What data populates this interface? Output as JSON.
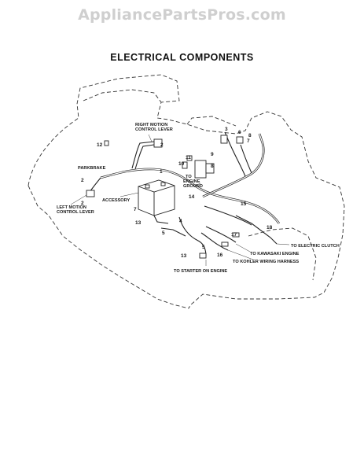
{
  "watermark": "AppliancePartsPros.com",
  "title": "ELECTRICAL COMPONENTS",
  "callouts": {
    "right_motion_line1": "RIGHT MOTION",
    "right_motion_line2": "CONTROL LEVER",
    "parkbrake": "PARKBRAKE",
    "engine_to": "TO",
    "engine_engine": "ENGINE",
    "engine_ground": "GROUND",
    "accessory": "ACCESSORY",
    "left_motion_line1": "LEFT MOTION",
    "left_motion_line2": "CONTROL LEVER",
    "electric_clutch": "TO ELECTRIC CLUTCH",
    "kawasaki": "TO KAWASAKI ENGINE",
    "kohler": "TO KOHLER WIRING HARNESS",
    "starter": "TO STARTER ON ENGINE"
  },
  "part_numbers": {
    "p12": "12",
    "p2a": "2",
    "p2b": "2",
    "p2c": "2",
    "p11": "11",
    "p10": "10",
    "p9": "9",
    "p8": "8",
    "p1": "1",
    "p3": "3",
    "p6": "6",
    "p7a": "7",
    "p7b": "7",
    "p8b": "8",
    "p14": "14",
    "p15": "15",
    "p4": "4",
    "p5a": "5",
    "p5b": "5",
    "p13a": "13",
    "p13b": "13",
    "p17": "17",
    "p18": "18",
    "p16": "16"
  }
}
